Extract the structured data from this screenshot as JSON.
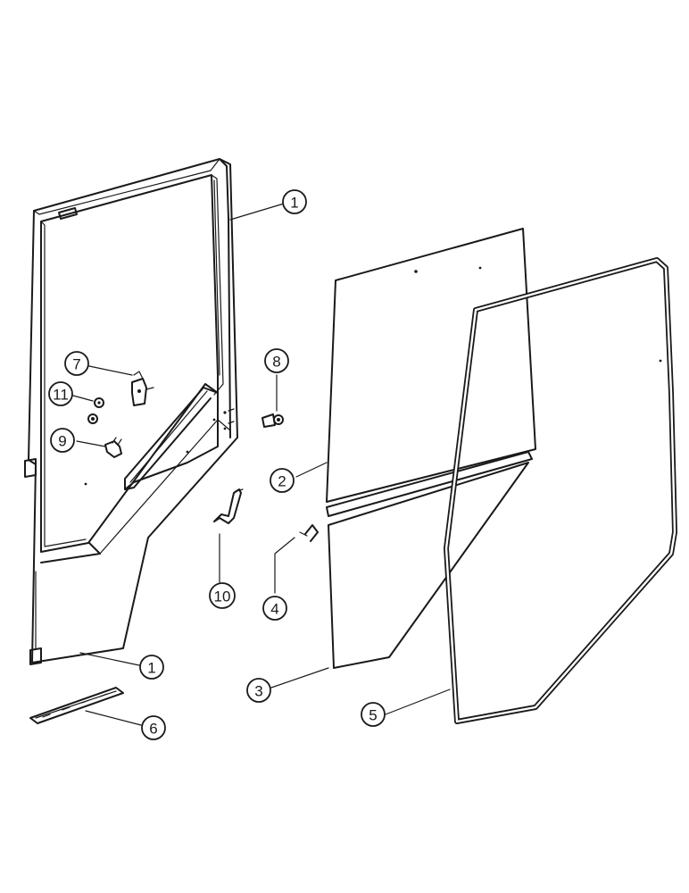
{
  "callouts": [
    {
      "id": "c1a",
      "label": "1"
    },
    {
      "id": "c1b",
      "label": "1"
    },
    {
      "id": "c2",
      "label": "2"
    },
    {
      "id": "c3",
      "label": "3"
    },
    {
      "id": "c4",
      "label": "4"
    },
    {
      "id": "c5",
      "label": "5"
    },
    {
      "id": "c6",
      "label": "6"
    },
    {
      "id": "c7",
      "label": "7"
    },
    {
      "id": "c8",
      "label": "8"
    },
    {
      "id": "c9",
      "label": "9"
    },
    {
      "id": "c10",
      "label": "10"
    },
    {
      "id": "c11",
      "label": "11"
    }
  ]
}
